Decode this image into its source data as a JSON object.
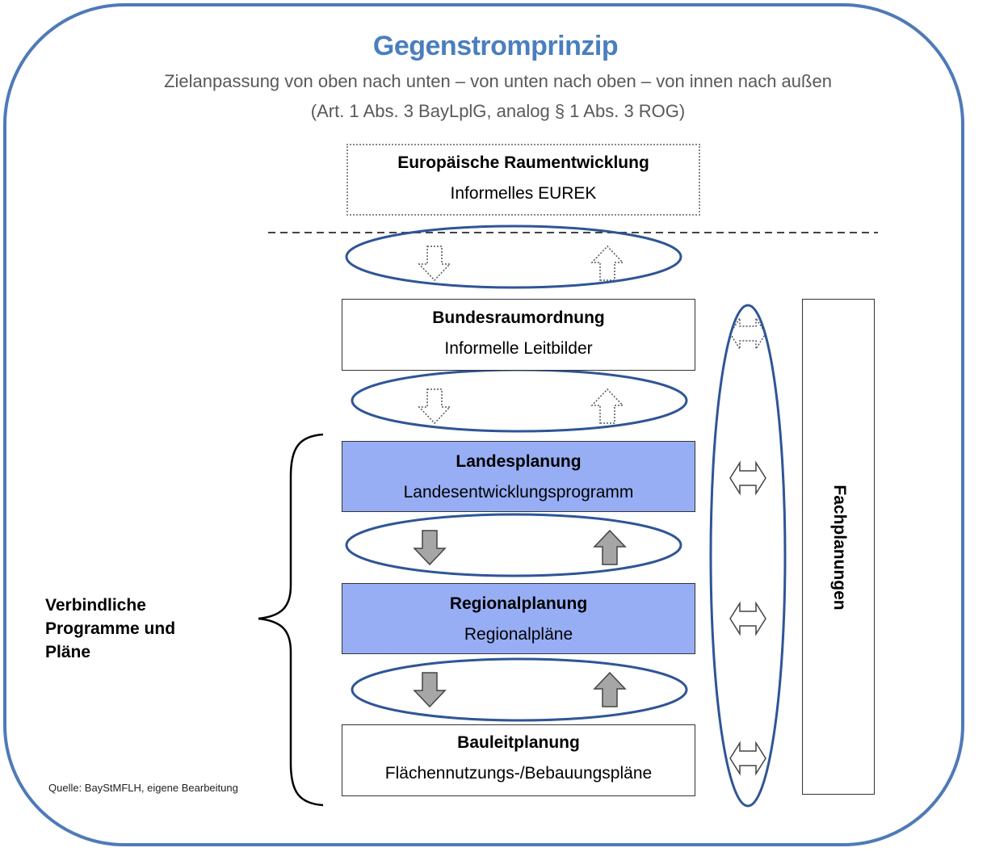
{
  "title": "Gegenstromprinzip",
  "subtitle_line1": "Zielanpassung von oben nach unten – von unten nach oben – von innen nach außen",
  "subtitle_line2": "(Art. 1 Abs. 3 BayLplG, analog § 1 Abs. 3 ROG)",
  "levels": [
    {
      "heading": "Europäische Raumentwicklung",
      "text": "Informelles EUREK"
    },
    {
      "heading": "Bundesraumordnung",
      "text": "Informelle Leitbilder"
    },
    {
      "heading": "Landesplanung",
      "text": "Landesentwicklungsprogramm"
    },
    {
      "heading": "Regionalplanung",
      "text": "Regionalpläne"
    },
    {
      "heading": "Bauleitplanung",
      "text": "Flächennutzungs-/Bebauungspläne"
    }
  ],
  "fachplanungen": "Fachplanungen",
  "brace_label": "Verbindliche Programme und Pläne",
  "source": "Quelle: BayStMFLH, eigene Bearbeitung",
  "colors": {
    "frame": "#4f7ab8",
    "title": "#4a7ebf",
    "binding_box": "#97aef5",
    "ellipse": "#2f5597",
    "solid_arrow": "#a6a6a6"
  }
}
